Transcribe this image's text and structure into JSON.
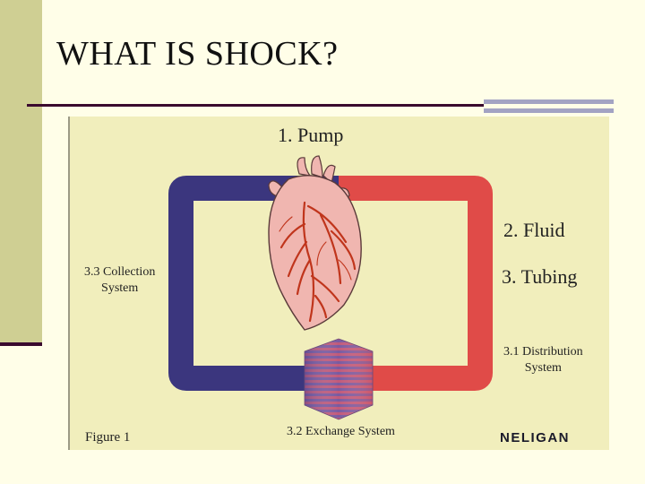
{
  "slide": {
    "title": "WHAT IS SHOCK?"
  },
  "figure": {
    "labels": {
      "pump": "1. Pump",
      "fluid": "2. Fluid",
      "tubing": "3. Tubing",
      "distribution_line1": "3.1 Distribution",
      "distribution_line2": "System",
      "exchange": "3.2 Exchange System",
      "collection_line1": "3.3 Collection",
      "collection_line2": "System",
      "caption": "Figure 1",
      "brand": "NELIGAN"
    },
    "colors": {
      "venous_tube": "#3b367e",
      "arterial_tube": "#e04b48",
      "heart": "#f0b6b0",
      "heart_vessels": "#c0351c",
      "background": "#f1eebc"
    }
  }
}
